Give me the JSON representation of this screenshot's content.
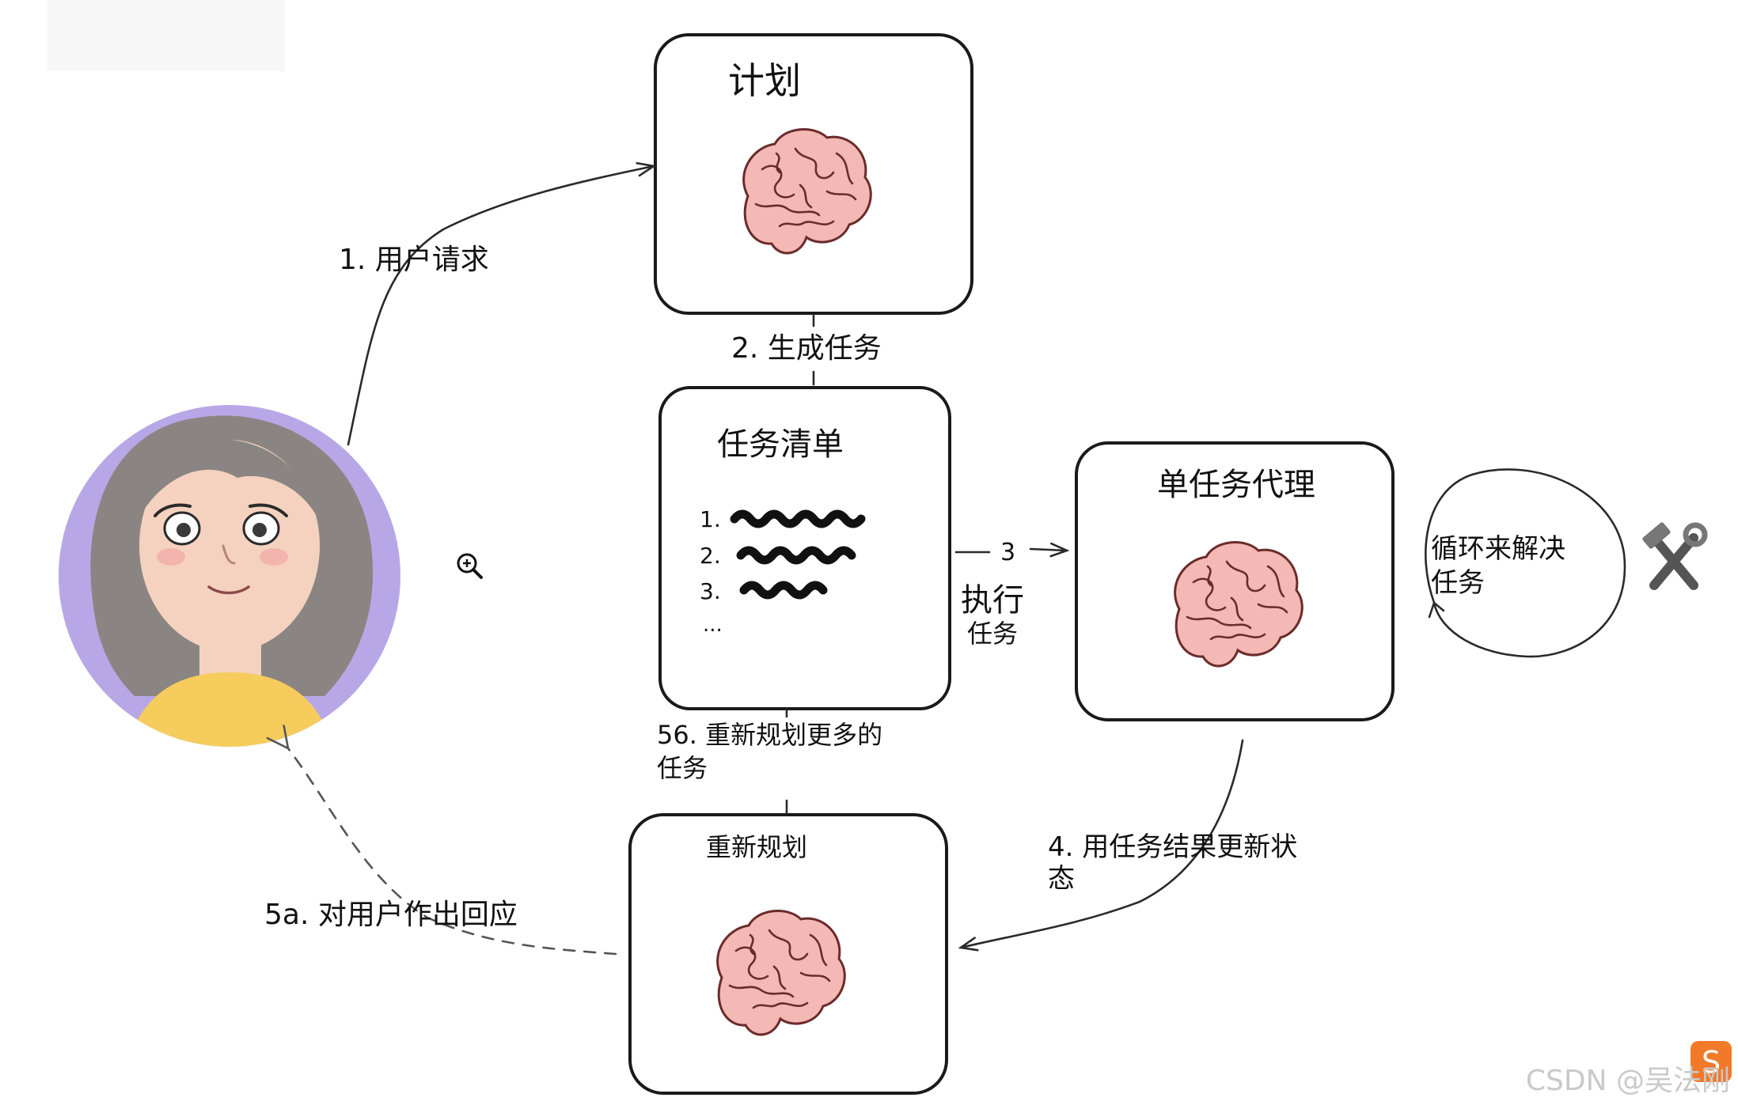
{
  "nodes": {
    "plan": {
      "title": "计划"
    },
    "task_list": {
      "title": "任务清单",
      "items": [
        "1.",
        "2.",
        "3.",
        "..."
      ]
    },
    "single_task_agent": {
      "title": "单任务代理"
    },
    "replan": {
      "title": "重新规划"
    },
    "loop": {
      "label_line1": "循环来解决",
      "label_line2": "任务"
    }
  },
  "edges": {
    "user_request": "1. 用户请求",
    "generate_tasks": "2. 生成任务",
    "execute_num": "3",
    "execute_line1": "执行",
    "execute_line2": "任务",
    "update_state_line1": "4. 用任务结果更新状",
    "update_state_line2": "态",
    "replan_more_line1": "56. 重新规划更多的",
    "replan_more_line2": "任务",
    "respond_user": "5a. 对用户作出回应"
  },
  "icons": {
    "user": "user-avatar-icon",
    "brain": "brain-icon",
    "tools": "wrench-hammer-icon",
    "zoom": "zoom-in-icon",
    "watermark_logo": "csdn-logo-icon"
  },
  "watermark": {
    "text": "CSDN @吴法刚"
  },
  "colors": {
    "avatar_background": "#b8a7e6",
    "brain_fill": "#f4b8b5",
    "shirt": "#f6cc5c",
    "watermark_logo": "#f07a2a"
  }
}
